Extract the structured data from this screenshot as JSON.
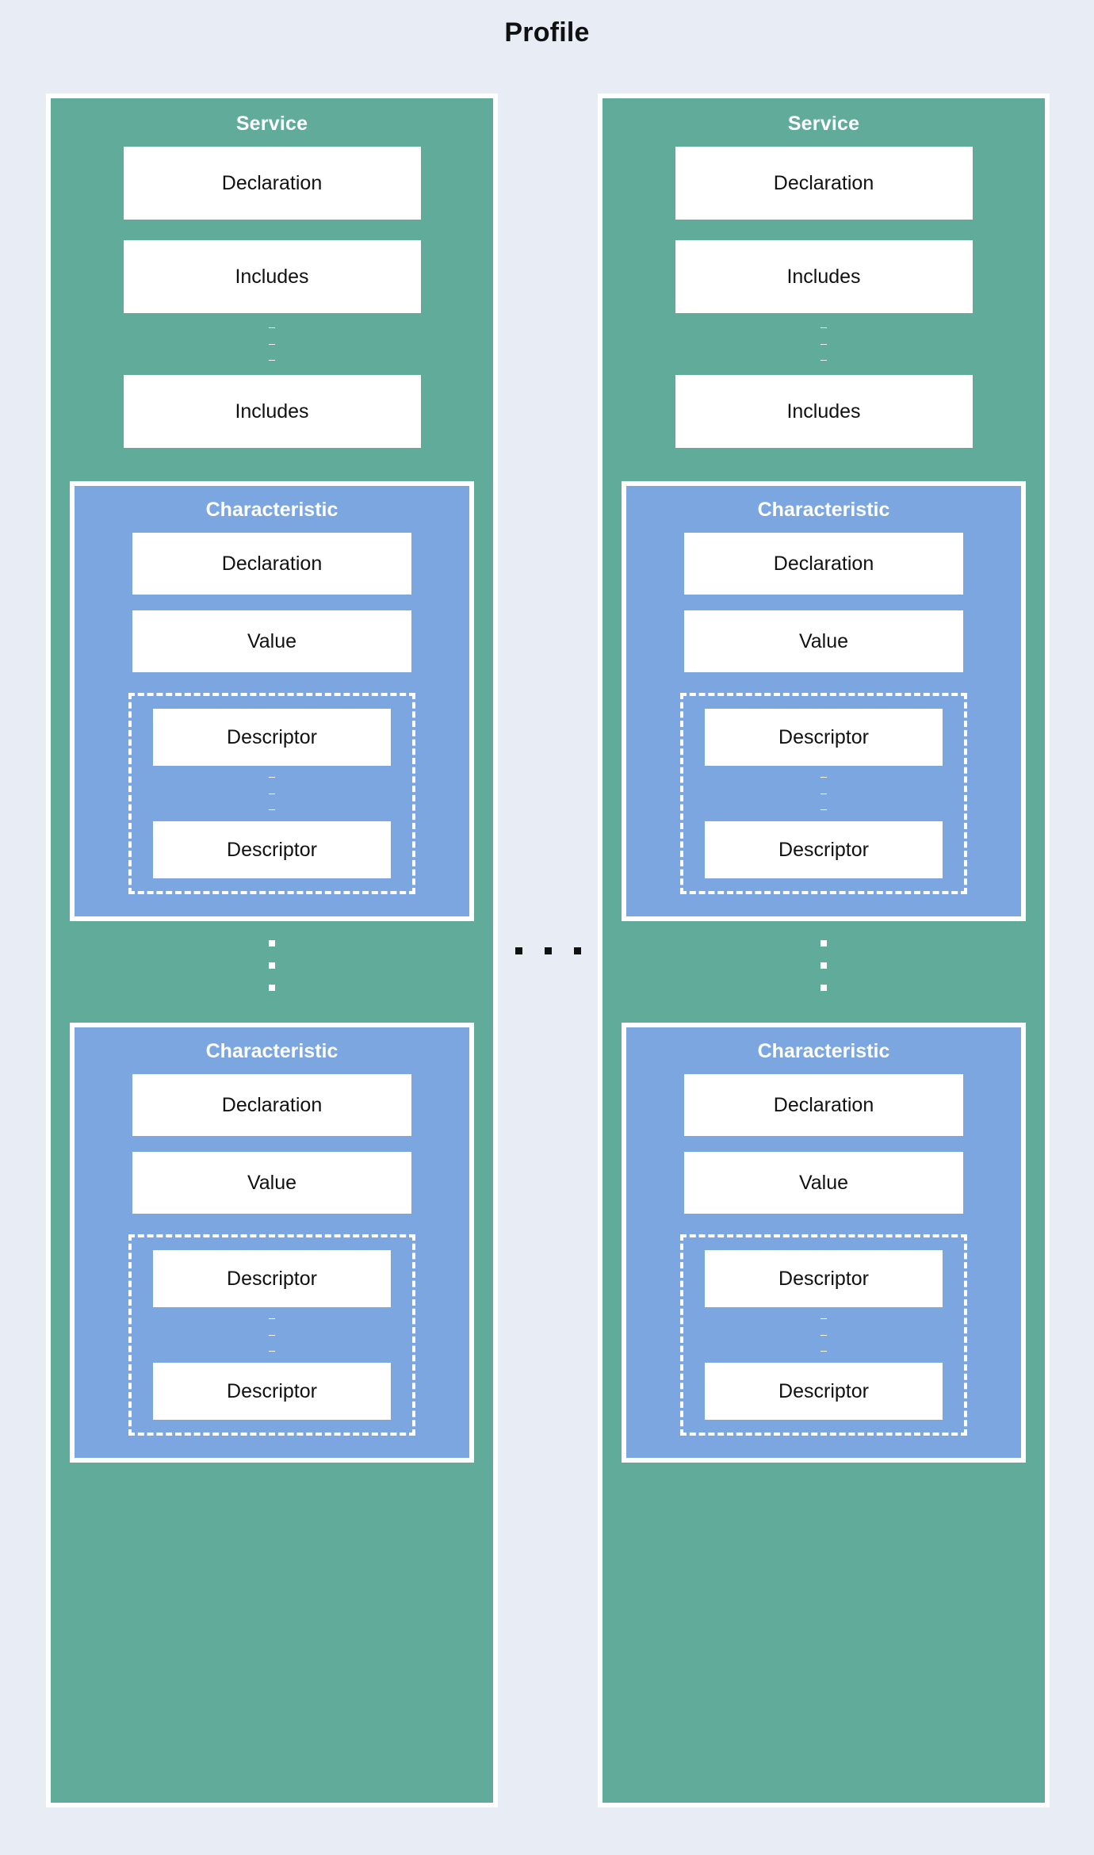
{
  "diagram": {
    "title": "Profile",
    "background_color": "#e7ecf5",
    "service_color": "#60ab9a",
    "characteristic_color": "#7ba6df",
    "box_color": "#ffffff",
    "horizontal_ellipsis": "...",
    "vertical_ellipsis": "⋮",
    "services": [
      {
        "title": "Service",
        "fields": [
          {
            "label": "Declaration"
          },
          {
            "label": "Includes"
          },
          {
            "label": "Includes"
          }
        ],
        "characteristics": [
          {
            "title": "Characteristic",
            "fields": [
              {
                "label": "Declaration"
              },
              {
                "label": "Value"
              }
            ],
            "descriptors": [
              {
                "label": "Descriptor"
              },
              {
                "label": "Descriptor"
              }
            ]
          },
          {
            "title": "Characteristic",
            "fields": [
              {
                "label": "Declaration"
              },
              {
                "label": "Value"
              }
            ],
            "descriptors": [
              {
                "label": "Descriptor"
              },
              {
                "label": "Descriptor"
              }
            ]
          }
        ]
      },
      {
        "title": "Service",
        "fields": [
          {
            "label": "Declaration"
          },
          {
            "label": "Includes"
          },
          {
            "label": "Includes"
          }
        ],
        "characteristics": [
          {
            "title": "Characteristic",
            "fields": [
              {
                "label": "Declaration"
              },
              {
                "label": "Value"
              }
            ],
            "descriptors": [
              {
                "label": "Descriptor"
              },
              {
                "label": "Descriptor"
              }
            ]
          },
          {
            "title": "Characteristic",
            "fields": [
              {
                "label": "Declaration"
              },
              {
                "label": "Value"
              }
            ],
            "descriptors": [
              {
                "label": "Descriptor"
              },
              {
                "label": "Descriptor"
              }
            ]
          }
        ]
      }
    ]
  }
}
